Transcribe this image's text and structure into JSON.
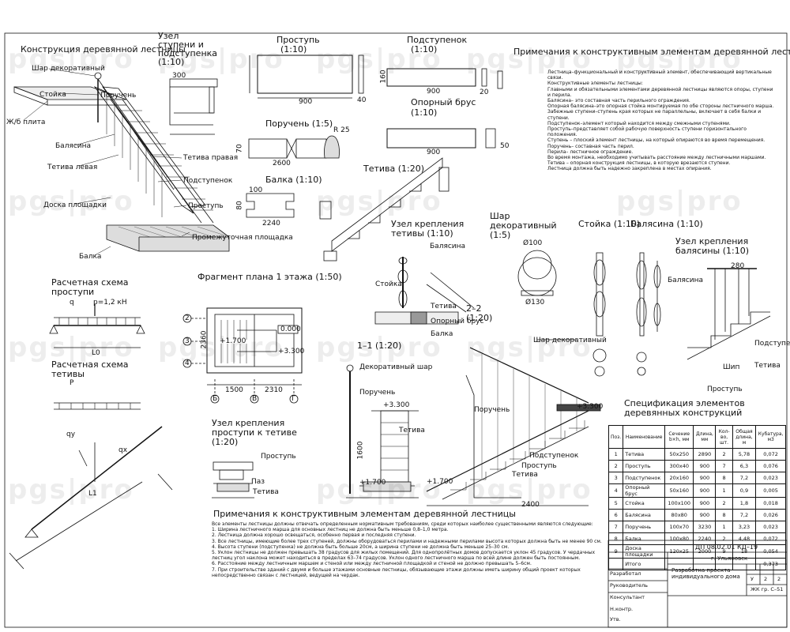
{
  "titles": {
    "main": "Конструкция деревянной лестницы",
    "steps_risers": "Узел ступени и подступенка (1:10)",
    "tread": "Проступь",
    "tread_scale": "(1:10)",
    "riser": "Подступенок",
    "riser_scale": "(1:10)",
    "support_beam": "Опорный брус",
    "support_beam_scale": "(1:10)",
    "handrail": "Поручень (1:5)",
    "joist": "Балка (1:10)",
    "stringer": "Тетива (1:20)",
    "stringer_node": "Узел крепления тетивы (1:10)",
    "decor_ball": "Шар декоративный (1:5)",
    "post": "Стойка (1:10)",
    "baluster": "Балясина (1:10)",
    "baluster_node": "Узел крепления балясины (1:10)",
    "calc_tread": "Расчетная схема проступи",
    "calc_stringer": "Расчетная схема тетивы",
    "plan": "Фрагмент плана 1 этажа (1:50)",
    "section_11": "1–1 (1:20)",
    "section_22": "2–2 (1:20)",
    "tread_node": "Узел крепления проступи к тетиве (1:20)",
    "notes_title": "Примечания к конструктивным элементам деревянной лестницы",
    "notes2_title": "Примечания к конструктивным элементам деревянной лестницы",
    "spec_title": "Спецификация элементов деревянных конструкций"
  },
  "labels": {
    "ball": "Шар декоративный",
    "post": "Стойка",
    "handrail": "Поручень",
    "slab": "Ж/б плита",
    "baluster": "Балясина",
    "stringer_left": "Тетива левая",
    "stringer_right": "Тетива правая",
    "riser": "Подступенок",
    "tread": "Проступь",
    "landing_board": "Доска площадки",
    "landing": "Промежуточная площадка",
    "beam": "Балка",
    "support_beam": "Опорный брус",
    "stringer": "Тетива",
    "decor_ball": "Декоративный шар",
    "groove": "Паз",
    "pin": "Шип",
    "load_q": "q",
    "load_p": "p=1,2 кН",
    "load_P": "P",
    "qy": "qy",
    "qx": "qx",
    "span_L0": "L0",
    "span_L": "L1",
    "level_3300": "+3.300",
    "level_1700": "+1.700",
    "level_0000": "0.000",
    "dim_2400": "2400",
    "dim_1600": "1600",
    "dim_1500": "1500",
    "dim_2310": "2310",
    "dim_2360": "2360",
    "dim_2600": "2600",
    "dim_900a": "900",
    "dim_900b": "900",
    "dim_900c": "900",
    "dim_2240": "2240",
    "dim_300": "300",
    "dim_160": "160",
    "dim_40": "40",
    "dim_20": "20",
    "dim_50": "50",
    "dim_70": "70",
    "dim_80": "80",
    "dim_100": "100",
    "dim_130": "Ø130",
    "dim_d100": "Ø100",
    "dim_280": "280",
    "r25": "R 25",
    "axis_b": "Б",
    "axis_v": "В",
    "axis_g": "Г",
    "axis_2": "2",
    "axis_3": "3",
    "axis_4": "4"
  },
  "notes": [
    "Лестница–функциональный и конструктивный элемент, обеспечивающий вертикальные связи.",
    "Конструктивные элементы лестницы:",
    "Главными и обязательными элементами деревянной лестницы являются опоры, ступени и перила.",
    "Балясина– это составная часть перильного ограждения.",
    "Опорная балясина–это опорная стойка монтируемая по обе стороны лестничного марша.",
    "Забежные ступени–ступень края которых не параллельны, включает в себя балки и ступени.",
    "Подступенок–элемент который находится между смежными ступенями.",
    "Проступь–представляет собой рабочую поверхность ступени горизонтального положения.",
    "Ступень – плоский элемент лестницы, на который опираются во время перемещения.",
    "Поручень– составная часть перил.",
    "Перила– лестничное ограждение.",
    "Во время монтажа, необходимо учитывать расстояние между лестничными маршами.",
    "Тетива – опорная конструкция лестницы, в которую врезаются ступени.",
    "Лестница должна быть надежно закреплена в местах опирания."
  ],
  "notes2": [
    "Все элементы лестницы должны отвечать определенным нормативным требованиям, среди которых наиболее существенными являются следующие:",
    "1. Ширина лестничного марша для основных лестниц не должна быть меньше 0,8–1,0 метра.",
    "2. Лестница должна хорошо освещаться, особенно первая и последняя ступени.",
    "3. Все лестницы, имеющие более трех ступеней, должны оборудоваться перилами и надежными перилами высота которых должна быть не менее 90 см.",
    "4. Высота ступени (подступенка) не должна быть больше 20см, а ширина ступени не должна быть меньше 25–30 см.",
    "5. Уклон лестницы не должен превышать 38 градусов для жилых помещений. Для однопролётных домов допускается уклон 45 градусов. У чердачных лестниц угол наклона может находиться в пределах 63–74 градусов. Уклон одного лестничного марша по всей длине должен быть постоянным.",
    "6. Расстояние между лестничным маршем и стеной или между лестничной площадкой и стеной не должно превышать 5–6см.",
    "7. При строительстве зданий с двумя и больше этажами основные лестницы, обязывающие этажи должны иметь ширину общий проект которых непосредственно связан с лестницей, ведущей на чердак."
  ],
  "spec": {
    "headers": [
      "Поз.",
      "Наименование",
      "Сечение b×h, мм",
      "Длина, мм",
      "Кол-во, шт.",
      "Общая длина, м",
      "Кубатура, м3"
    ],
    "rows": [
      [
        "1",
        "Тетива",
        "50x250",
        "2890",
        "2",
        "5,78",
        "0,072"
      ],
      [
        "2",
        "Проступь",
        "300x40",
        "900",
        "7",
        "6,3",
        "0,076"
      ],
      [
        "3",
        "Подступенок",
        "20x160",
        "900",
        "8",
        "7,2",
        "0,023"
      ],
      [
        "4",
        "Опорный брус",
        "50x160",
        "900",
        "1",
        "0,9",
        "0,005"
      ],
      [
        "5",
        "Стойка",
        "100x100",
        "900",
        "2",
        "1,8",
        "0,018"
      ],
      [
        "6",
        "Балясина",
        "80x80",
        "900",
        "8",
        "7,2",
        "0,026"
      ],
      [
        "7",
        "Поручень",
        "100x70",
        "3230",
        "1",
        "3,23",
        "0,023"
      ],
      [
        "8",
        "Балка",
        "100x80",
        "2240",
        "2",
        "4,48",
        "0,072"
      ],
      [
        "9",
        "Доска площадки",
        "120x25",
        "2000",
        "9",
        "18",
        "0,054"
      ],
      [
        "",
        "Итого",
        "",
        "",
        "",
        "",
        "0,373"
      ]
    ]
  },
  "stamp": {
    "code": "ДП 08.02.01 КД–19",
    "city": "г. Ульяновск",
    "project": "Разработка проекта индивидуального дома",
    "stage": "У",
    "sheet": "2",
    "sheets": "2",
    "group": "ЖК гр. С–51",
    "roles": [
      "Разработал",
      "Руководитель",
      "Консультант",
      "Н.контр.",
      "Утв."
    ]
  },
  "watermark": "pgs|pro"
}
